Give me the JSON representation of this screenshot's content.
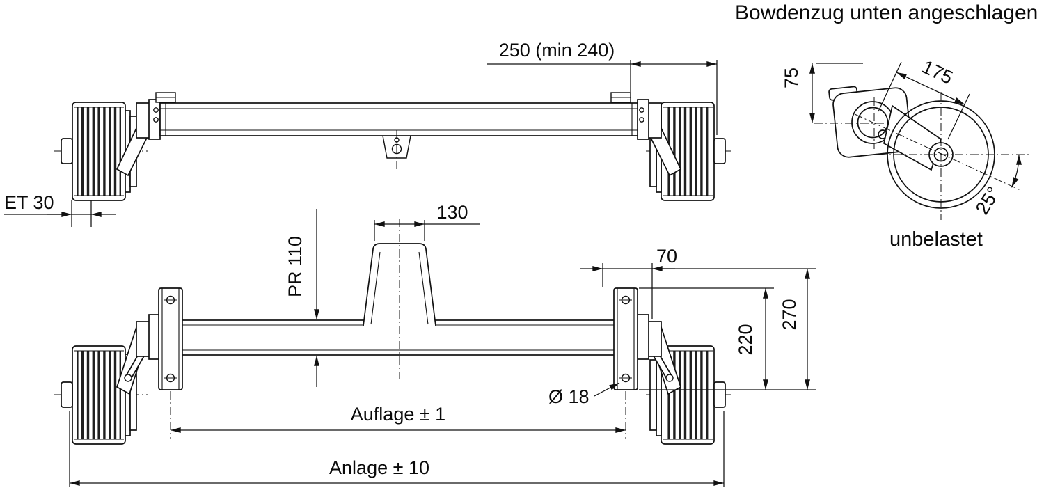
{
  "title": "Bowdenzug unten angeschlagen",
  "detail_view": {
    "caption": "unbelastet"
  },
  "dimensions": {
    "overhang": "250 (min 240)",
    "flange_offset": "ET 30",
    "mast_width": "130",
    "tube_profile": "PR 110",
    "bracket_offset": "70",
    "hole_spacing": "220",
    "bracket_span": "270",
    "hole_diameter": "Ø 18",
    "support_distance": "Auflage ± 1",
    "contact_distance": "Anlage ± 10",
    "arm_height": "75",
    "arm_length": "175",
    "arm_angle": "25°"
  }
}
